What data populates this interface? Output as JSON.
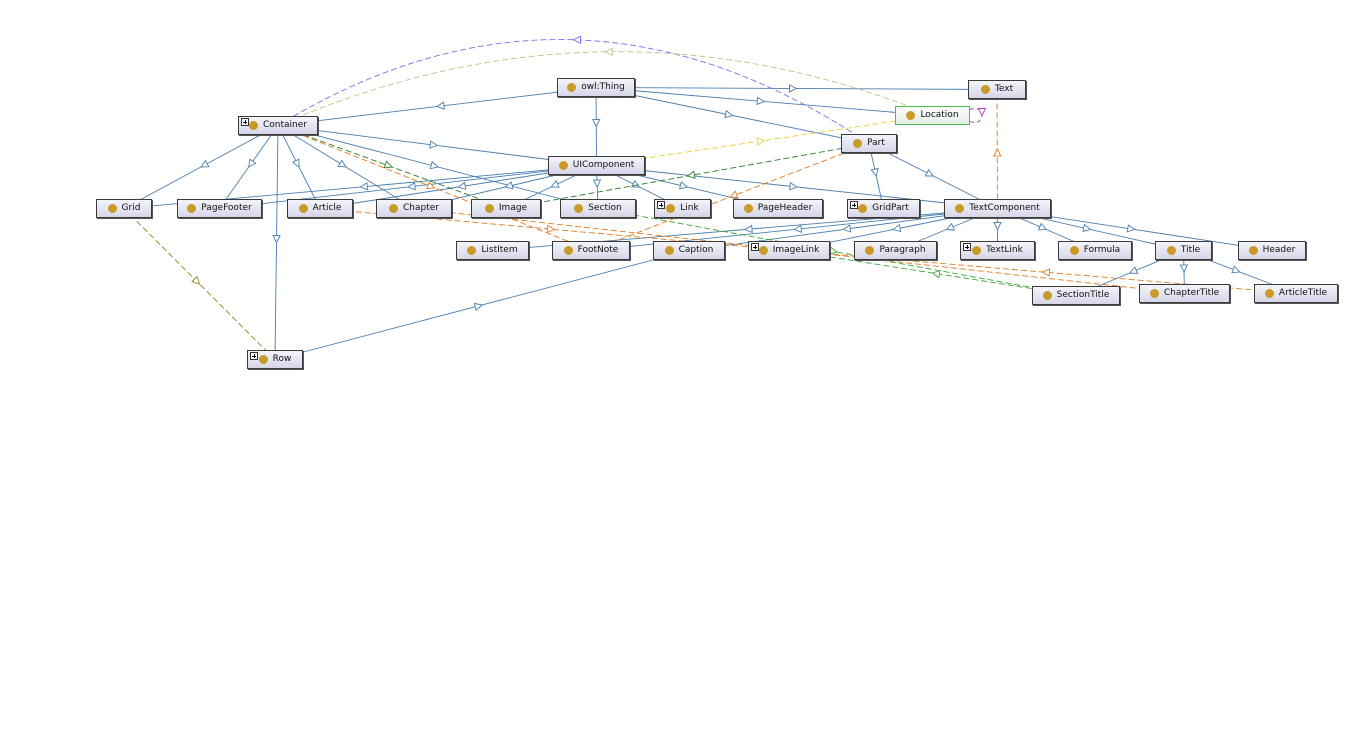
{
  "nodes": [
    {
      "id": "thing",
      "label": "owl:Thing",
      "expand": false
    },
    {
      "id": "text",
      "label": "Text",
      "expand": false
    },
    {
      "id": "location",
      "label": "Location",
      "expand": false,
      "selected": true
    },
    {
      "id": "container",
      "label": "Container",
      "expand": true
    },
    {
      "id": "part",
      "label": "Part",
      "expand": false
    },
    {
      "id": "uicomponent",
      "label": "UIComponent",
      "expand": false
    },
    {
      "id": "grid",
      "label": "Grid",
      "expand": false
    },
    {
      "id": "pagefooter",
      "label": "PageFooter",
      "expand": false
    },
    {
      "id": "article",
      "label": "Article",
      "expand": false
    },
    {
      "id": "chapter",
      "label": "Chapter",
      "expand": false
    },
    {
      "id": "image",
      "label": "Image",
      "expand": false
    },
    {
      "id": "section",
      "label": "Section",
      "expand": false
    },
    {
      "id": "link",
      "label": "Link",
      "expand": true
    },
    {
      "id": "pageheader",
      "label": "PageHeader",
      "expand": false
    },
    {
      "id": "gridpart",
      "label": "GridPart",
      "expand": true
    },
    {
      "id": "textcomponent",
      "label": "TextComponent",
      "expand": false
    },
    {
      "id": "listitem",
      "label": "ListItem",
      "expand": false
    },
    {
      "id": "footnote",
      "label": "FootNote",
      "expand": false
    },
    {
      "id": "caption",
      "label": "Caption",
      "expand": false
    },
    {
      "id": "imagelink",
      "label": "ImageLink",
      "expand": true
    },
    {
      "id": "paragraph",
      "label": "Paragraph",
      "expand": false
    },
    {
      "id": "textlink",
      "label": "TextLink",
      "expand": true
    },
    {
      "id": "formula",
      "label": "Formula",
      "expand": false
    },
    {
      "id": "title",
      "label": "Title",
      "expand": false
    },
    {
      "id": "header",
      "label": "Header",
      "expand": false
    },
    {
      "id": "sectiontitle",
      "label": "SectionTitle",
      "expand": false
    },
    {
      "id": "chaptertitle",
      "label": "ChapterTitle",
      "expand": false
    },
    {
      "id": "articletitle",
      "label": "ArticleTitle",
      "expand": false
    },
    {
      "id": "row",
      "label": "Row",
      "expand": true
    }
  ],
  "edges": [
    {
      "from": "thing",
      "to": "container",
      "kind": "subclass"
    },
    {
      "from": "thing",
      "to": "text",
      "kind": "subclass"
    },
    {
      "from": "thing",
      "to": "location",
      "kind": "subclass"
    },
    {
      "from": "thing",
      "to": "part",
      "kind": "subclass"
    },
    {
      "from": "thing",
      "to": "uicomponent",
      "kind": "subclass"
    },
    {
      "from": "container",
      "to": "grid",
      "kind": "subclass"
    },
    {
      "from": "container",
      "to": "pagefooter",
      "kind": "subclass"
    },
    {
      "from": "container",
      "to": "article",
      "kind": "subclass"
    },
    {
      "from": "container",
      "to": "chapter",
      "kind": "subclass"
    },
    {
      "from": "container",
      "to": "section",
      "kind": "subclass"
    },
    {
      "from": "container",
      "to": "row",
      "kind": "subclass"
    },
    {
      "from": "container",
      "to": "uicomponent",
      "kind": "subclass"
    },
    {
      "from": "uicomponent",
      "to": "grid",
      "kind": "subclass"
    },
    {
      "from": "uicomponent",
      "to": "pagefooter",
      "kind": "subclass"
    },
    {
      "from": "uicomponent",
      "to": "article",
      "kind": "subclass"
    },
    {
      "from": "uicomponent",
      "to": "chapter",
      "kind": "subclass"
    },
    {
      "from": "uicomponent",
      "to": "image",
      "kind": "subclass"
    },
    {
      "from": "uicomponent",
      "to": "section",
      "kind": "subclass"
    },
    {
      "from": "uicomponent",
      "to": "link",
      "kind": "subclass"
    },
    {
      "from": "uicomponent",
      "to": "pageheader",
      "kind": "subclass"
    },
    {
      "from": "uicomponent",
      "to": "textcomponent",
      "kind": "subclass"
    },
    {
      "from": "part",
      "to": "gridpart",
      "kind": "subclass"
    },
    {
      "from": "part",
      "to": "textcomponent",
      "kind": "subclass"
    },
    {
      "from": "textcomponent",
      "to": "listitem",
      "kind": "subclass"
    },
    {
      "from": "textcomponent",
      "to": "footnote",
      "kind": "subclass"
    },
    {
      "from": "textcomponent",
      "to": "caption",
      "kind": "subclass"
    },
    {
      "from": "textcomponent",
      "to": "imagelink",
      "kind": "subclass"
    },
    {
      "from": "textcomponent",
      "to": "paragraph",
      "kind": "subclass"
    },
    {
      "from": "textcomponent",
      "to": "textlink",
      "kind": "subclass"
    },
    {
      "from": "textcomponent",
      "to": "formula",
      "kind": "subclass"
    },
    {
      "from": "textcomponent",
      "to": "title",
      "kind": "subclass"
    },
    {
      "from": "textcomponent",
      "to": "header",
      "kind": "subclass"
    },
    {
      "from": "title",
      "to": "sectiontitle",
      "kind": "subclass"
    },
    {
      "from": "title",
      "to": "chaptertitle",
      "kind": "subclass"
    },
    {
      "from": "title",
      "to": "articletitle",
      "kind": "subclass"
    },
    {
      "from": "row",
      "to": "caption",
      "kind": "subclass"
    },
    {
      "from": "container",
      "to": "part",
      "kind": "property",
      "color": "#7a6ff0",
      "arc": true
    },
    {
      "from": "container",
      "to": "location",
      "kind": "property",
      "color": "#c8c08a",
      "arc": true
    },
    {
      "from": "grid",
      "to": "row",
      "kind": "property",
      "color": "#8a8a1e"
    },
    {
      "from": "container",
      "to": "image",
      "kind": "property",
      "color": "#2e7d2e"
    },
    {
      "from": "container",
      "to": "footnote",
      "kind": "property",
      "color": "#e07b1f"
    },
    {
      "from": "uicomponent",
      "to": "location",
      "kind": "property",
      "color": "#e6d23a"
    },
    {
      "from": "part",
      "to": "image",
      "kind": "property",
      "color": "#2e7d2e"
    },
    {
      "from": "part",
      "to": "footnote",
      "kind": "property",
      "color": "#e07b1f"
    },
    {
      "from": "textcomponent",
      "to": "text",
      "kind": "property",
      "color": "#e07b1f"
    },
    {
      "from": "location",
      "to": "location",
      "kind": "self",
      "color": "#b040c0"
    },
    {
      "from": "sectiontitle",
      "to": "imagelink",
      "kind": "property",
      "color": "#3aa83a"
    },
    {
      "from": "articletitle",
      "to": "imagelink",
      "kind": "property",
      "color": "#e07b1f"
    },
    {
      "from": "article",
      "to": "imagelink",
      "kind": "property",
      "color": "#e07b1f"
    },
    {
      "from": "section",
      "to": "sectiontitle",
      "kind": "property",
      "color": "#3aa83a"
    },
    {
      "from": "chapter",
      "to": "chaptertitle",
      "kind": "property",
      "color": "#e07b1f"
    }
  ],
  "colors": {
    "subclass": "#4a7fb0",
    "node_dot": "#c89a28",
    "selected_border": "#49c24a"
  }
}
